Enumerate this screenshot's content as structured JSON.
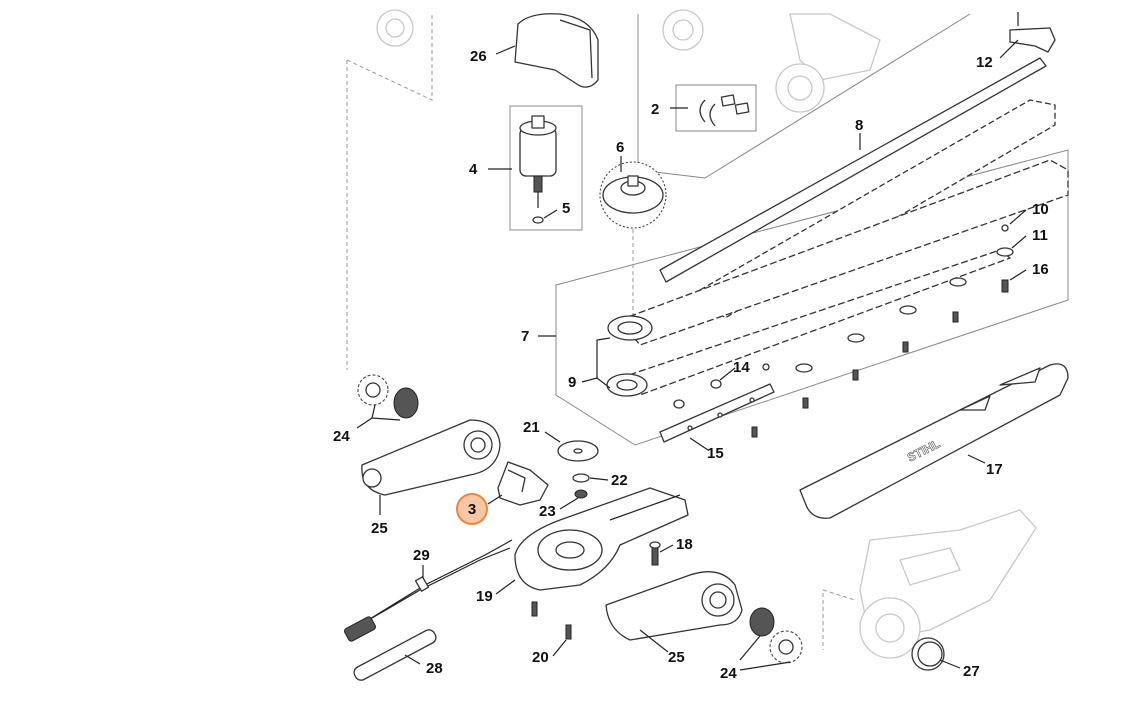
{
  "diagram": {
    "callouts": [
      {
        "id": "26",
        "label": "26"
      },
      {
        "id": "12",
        "label": "12"
      },
      {
        "id": "2",
        "label": "2"
      },
      {
        "id": "4",
        "label": "4"
      },
      {
        "id": "5",
        "label": "5"
      },
      {
        "id": "6",
        "label": "6"
      },
      {
        "id": "8",
        "label": "8"
      },
      {
        "id": "10",
        "label": "10"
      },
      {
        "id": "11",
        "label": "11"
      },
      {
        "id": "16",
        "label": "16"
      },
      {
        "id": "7",
        "label": "7"
      },
      {
        "id": "9",
        "label": "9"
      },
      {
        "id": "14",
        "label": "14"
      },
      {
        "id": "15",
        "label": "15"
      },
      {
        "id": "17",
        "label": "17"
      },
      {
        "id": "21",
        "label": "21"
      },
      {
        "id": "22",
        "label": "22"
      },
      {
        "id": "23",
        "label": "23"
      },
      {
        "id": "3",
        "label": "3"
      },
      {
        "id": "24a",
        "label": "24"
      },
      {
        "id": "25a",
        "label": "25"
      },
      {
        "id": "18",
        "label": "18"
      },
      {
        "id": "19",
        "label": "19"
      },
      {
        "id": "29",
        "label": "29"
      },
      {
        "id": "20",
        "label": "20"
      },
      {
        "id": "25b",
        "label": "25"
      },
      {
        "id": "24b",
        "label": "24"
      },
      {
        "id": "28",
        "label": "28"
      },
      {
        "id": "27",
        "label": "27"
      }
    ],
    "selected_callout": "3",
    "brand_mark": "STIHL",
    "colors": {
      "selected_fill": "#f6c7a4",
      "selected_stroke": "#e8893f",
      "line": "#222222",
      "ghost": "#c8c8c8"
    }
  }
}
